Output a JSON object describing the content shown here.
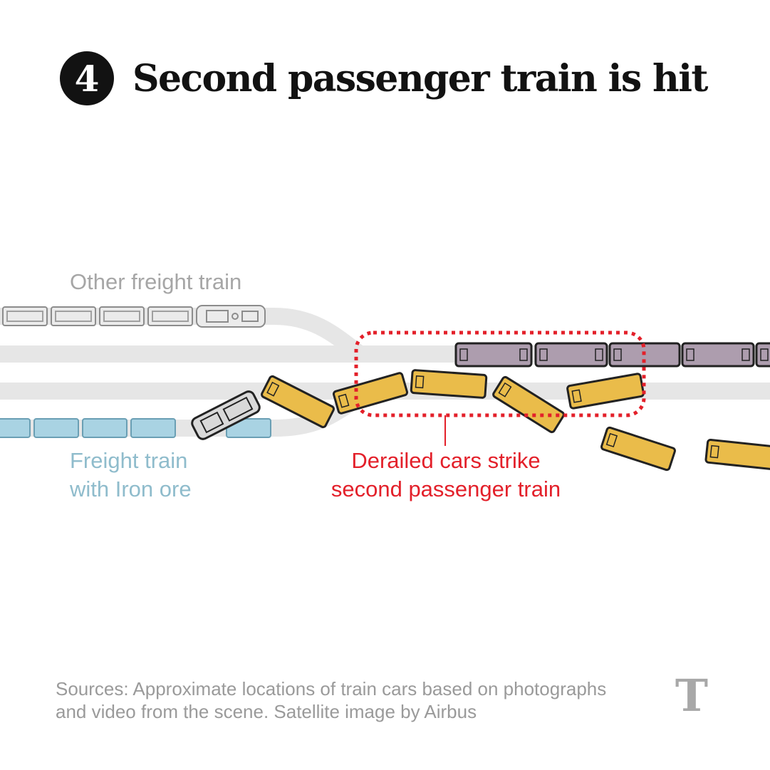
{
  "step": {
    "number": "4",
    "title": "Second passenger train is hit"
  },
  "labels": {
    "other_freight": "Other freight train",
    "freight_iron_line1": "Freight train",
    "freight_iron_line2": "with Iron ore",
    "derailed_line1": "Derailed cars strike",
    "derailed_line2": "second passenger train"
  },
  "source": {
    "line1": "Sources: Approximate locations of train cars based on photographs",
    "line2": "and video from the scene. Satellite image by Airbus"
  },
  "logo": {
    "icon": "nyt-t-logo",
    "text": "T"
  },
  "colors": {
    "track": "#e6e6e6",
    "other_freight": "#ebebeb",
    "iron_ore_freight": "#a9d3e3",
    "derailed_passenger": "#eabc4a",
    "second_passenger": "#ad9dae",
    "highlight": "#e3202a",
    "outline": "#222222"
  }
}
